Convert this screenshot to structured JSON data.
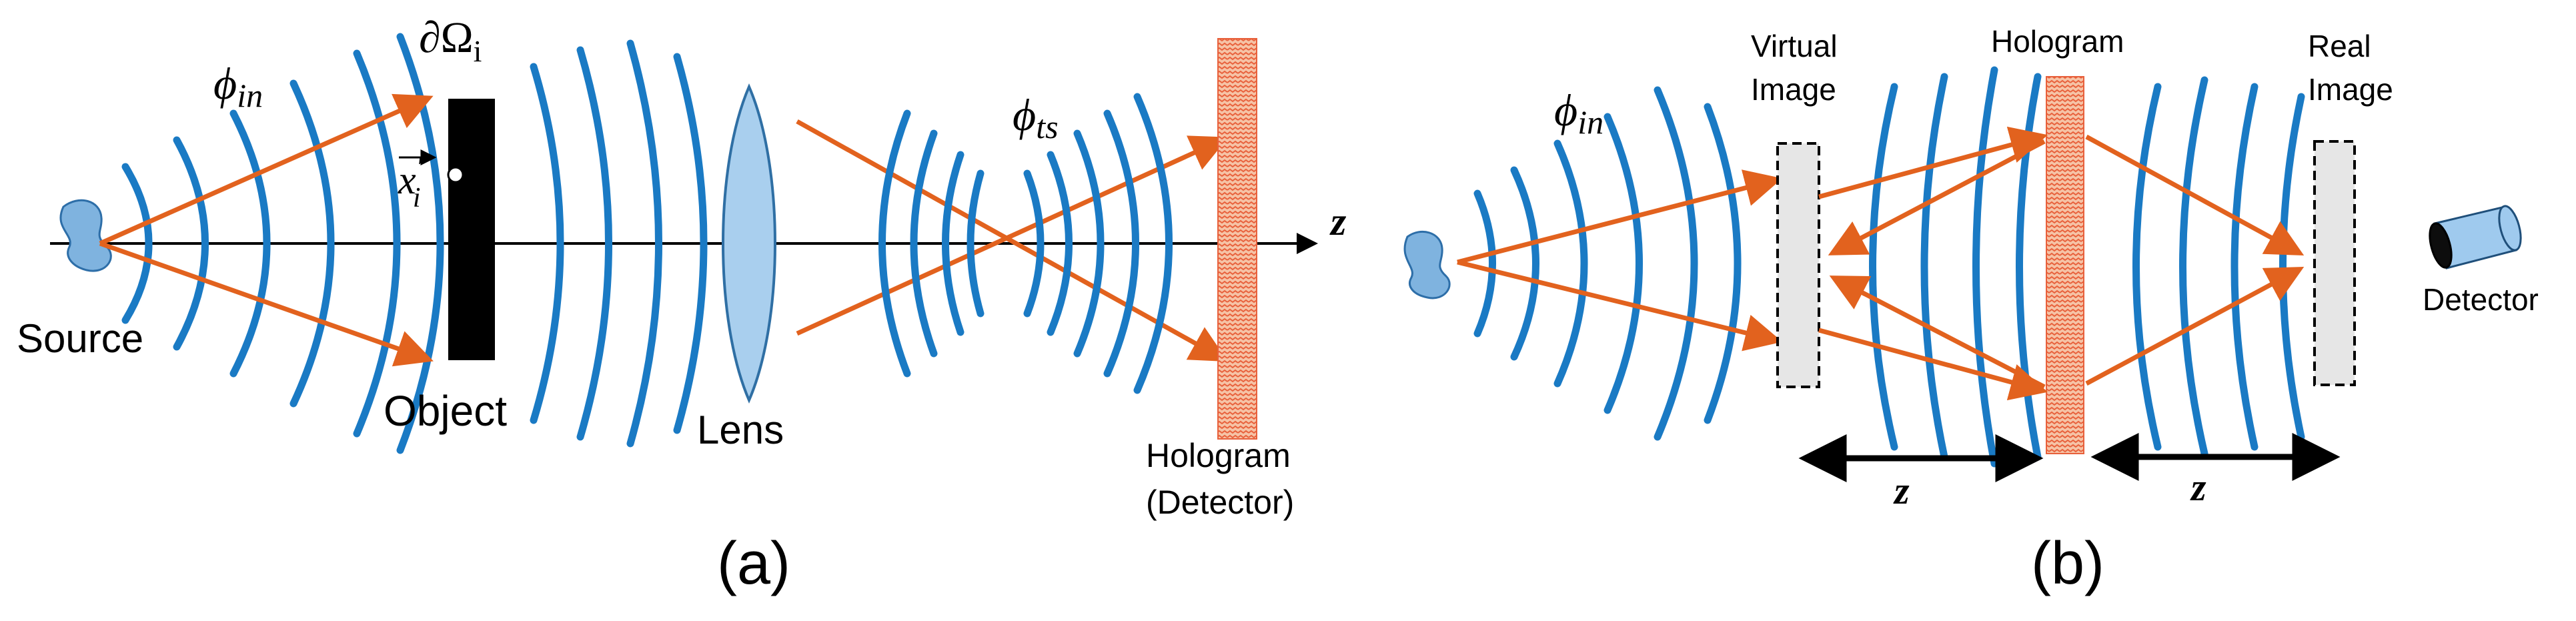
{
  "panel_a": {
    "phi_in": {
      "base": "ϕ",
      "sub": "in"
    },
    "boundary": {
      "prefix": "∂Ω",
      "sub": "i"
    },
    "position": {
      "base": "x",
      "sup": "′",
      "sub": "i"
    },
    "phi_ts": {
      "base": "ϕ",
      "sub": "ts"
    },
    "z_axis_label": "z",
    "source_label": "Source",
    "object_label": "Object",
    "lens_label": "Lens",
    "hologram_label_line1": "Hologram",
    "hologram_label_line2": "(Detector)",
    "caption": "(a)"
  },
  "panel_b": {
    "phi_in": {
      "base": "ϕ",
      "sub": "in"
    },
    "virtual_label_line1": "Virtual",
    "virtual_label_line2": "Image",
    "hologram_label": "Hologram",
    "real_label_line1": "Real",
    "real_label_line2": "Image",
    "detector_label": "Detector",
    "z_left": "z",
    "z_right": "z",
    "caption": "(b)"
  },
  "colors": {
    "wave": "#1a7ac4",
    "ray": "#e2621e",
    "lens_fill": "#a9cfee",
    "source_fill": "#7fb3df",
    "hologram_fill": "#f6c3a6",
    "image_plane_fill": "#e6e6e6"
  },
  "icons": [
    "source-blob-icon",
    "detector-cylinder-icon"
  ]
}
